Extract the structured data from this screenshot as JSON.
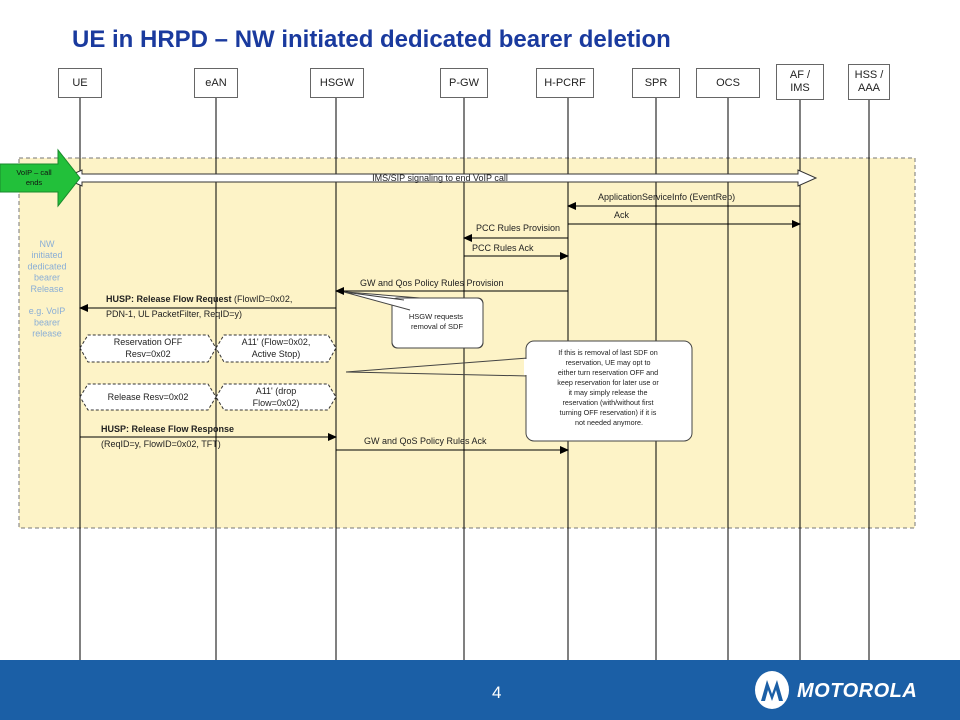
{
  "title": "UE in HRPD – NW initiated dedicated bearer deletion",
  "entities": [
    {
      "id": "ue",
      "label": "UE"
    },
    {
      "id": "ean",
      "label": "eAN"
    },
    {
      "id": "hsgw",
      "label": "HSGW"
    },
    {
      "id": "pgw",
      "label": "P-GW"
    },
    {
      "id": "hpcrf",
      "label": "H-PCRF"
    },
    {
      "id": "spr",
      "label": "SPR"
    },
    {
      "id": "ocs",
      "label": "OCS"
    },
    {
      "id": "afims",
      "label": "AF /\nIMS"
    },
    {
      "id": "hssaaa",
      "label": "HSS /\nAAA"
    }
  ],
  "region_label": "NW initiated dedicated bearer Release\n\ne.g. VoIP bearer release",
  "trigger_label": "VoIP – call ends",
  "messages": [
    {
      "id": "ims-sip",
      "text": "IMS/SIP signaling to end VoIP call"
    },
    {
      "id": "app-service-info",
      "text": "ApplicationServiceInfo (EventRep)"
    },
    {
      "id": "ack",
      "text": "Ack"
    },
    {
      "id": "pcc-provision",
      "text": "PCC Rules Provision"
    },
    {
      "id": "pcc-ack",
      "text": "PCC Rules Ack"
    },
    {
      "id": "gw-qos-provision",
      "text": "GW and Qos Policy Rules Provision"
    },
    {
      "id": "husp-release-req",
      "bold": "HUSP: Release Flow Request",
      "text": " (FlowID=0x02,",
      "line2": "PDN-1, UL PacketFilter, ReqID=y)"
    },
    {
      "id": "husp-release-resp",
      "bold": "HUSP: Release Flow Response",
      "line2": "(ReqID=y, FlowID=0x02, TFT)"
    },
    {
      "id": "gw-qos-ack",
      "text": "GW and QoS Policy Rules Ack"
    }
  ],
  "procedures": [
    {
      "id": "reservation-off",
      "text": "Reservation OFF\nResv=0x02"
    },
    {
      "id": "a11-active-stop",
      "text": "A11' (Flow=0x02,\nActive Stop)"
    },
    {
      "id": "release-resv",
      "text": "Release Resv=0x02"
    },
    {
      "id": "a11-drop",
      "text": "A11' (drop\nFlow=0x02)"
    }
  ],
  "notes": [
    {
      "id": "hsgw-requests",
      "text": "HSGW requests\nremoval of SDF"
    },
    {
      "id": "last-sdf",
      "text": "If this is removal of last SDF on\nreservation, UE may opt to\neither turn reservation OFF and\nkeep reservation for later use or\nit may simply release the\nreservation (with/without first\nturning OFF reservation) if it is\nnot needed anymore."
    }
  ],
  "footer": {
    "page": "4",
    "brand": "MOTOROLA"
  },
  "colors": {
    "title": "#1a3a9e",
    "region_fill": "#fdf3c7",
    "region_label": "#8aaed6",
    "trigger": "#22c03a",
    "footer": "#1b5fa6"
  }
}
